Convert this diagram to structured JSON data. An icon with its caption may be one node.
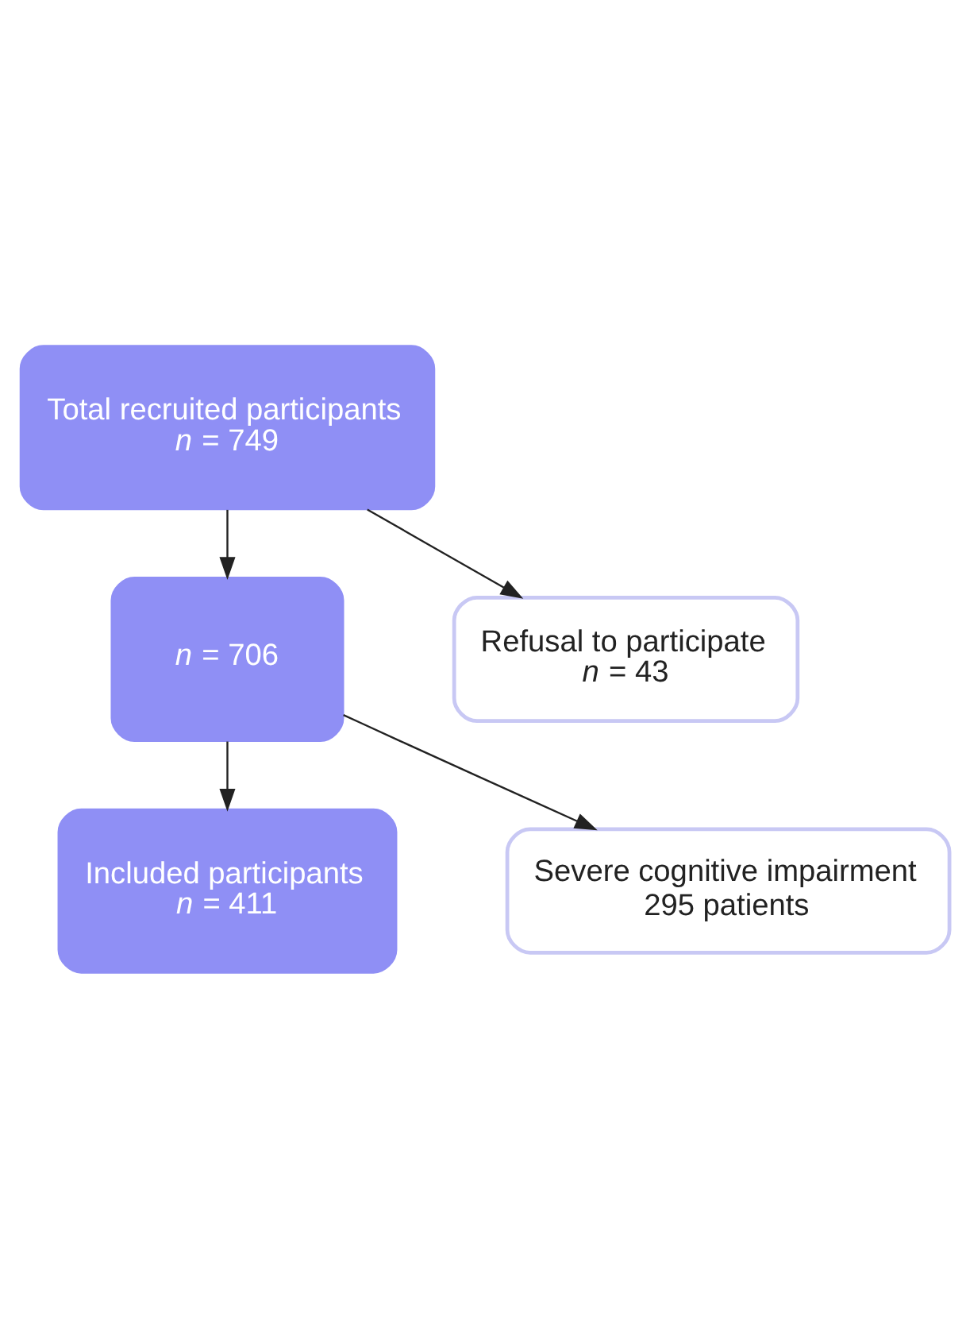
{
  "diagram": {
    "nodes": [
      {
        "text": [
          "Total recruited participants",
          "*n* = 749"
        ]
      },
      {
        "text": [
          "Refusal to participate",
          "*n* = 43"
        ]
      },
      {
        "text": [
          "*n* = 706"
        ]
      },
      {
        "text": [
          "Severe cognitive impairment",
          "295 patients"
        ]
      },
      {
        "text": [
          "Included participants",
          "*n* = 411"
        ]
      }
    ],
    "edges": [
      {
        "from": 0,
        "to": 2,
        "arrow": "to"
      },
      {
        "from": 0,
        "to": 1,
        "arrow": "to"
      },
      {
        "from": 2,
        "to": 4,
        "arrow": "to"
      },
      {
        "from": 2,
        "to": 3,
        "arrow": "to"
      }
    ]
  }
}
